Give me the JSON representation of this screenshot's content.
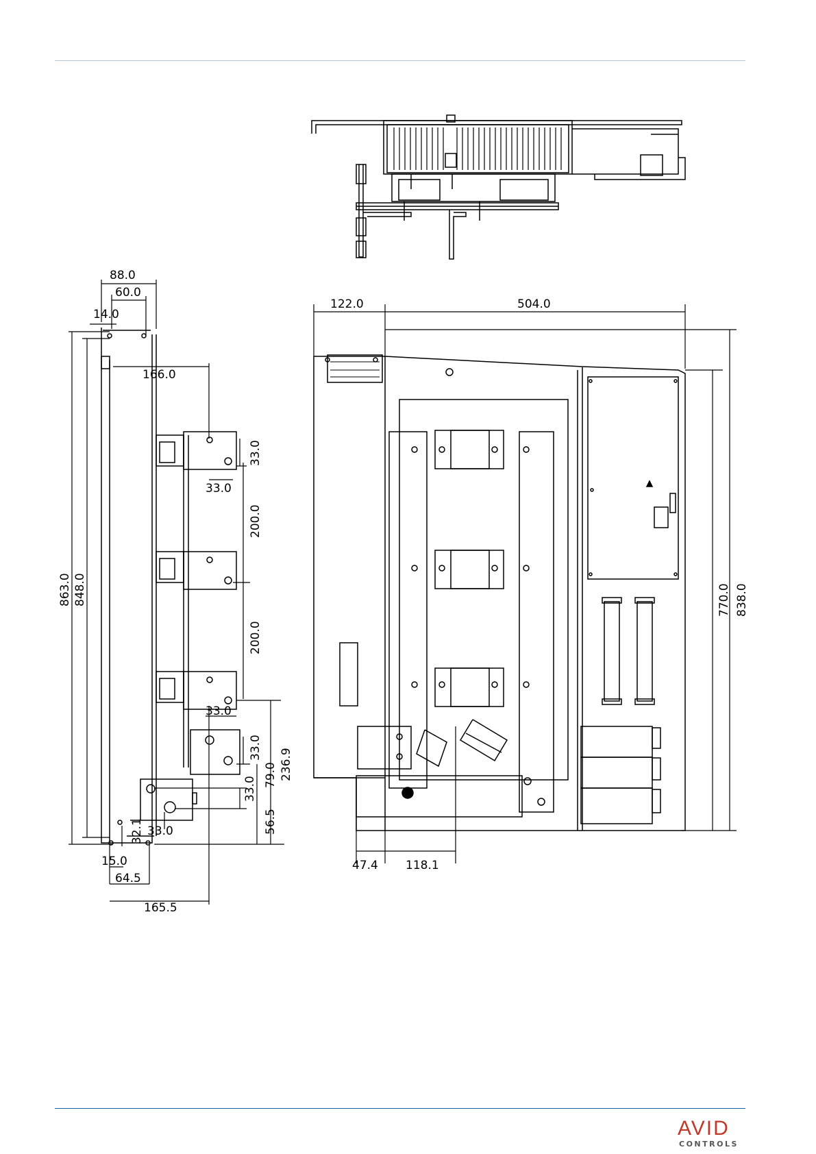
{
  "side_view": {
    "dims": {
      "width_88": "88.0",
      "width_60": "60.0",
      "width_14": "14.0",
      "depth_166": "166.0",
      "height_863": "863.0",
      "height_848": "848.0",
      "hole_33_v": "33.0",
      "hole_33_h": "33.0",
      "pitch_200_a": "200.0",
      "pitch_200_b": "200.0",
      "term_33_h": "33.0",
      "term_33_v": "33.0",
      "term_79": "79.0",
      "term_236": "236.9",
      "term2_33_v": "33.0",
      "term_56": "56.5",
      "bottom_32": "32.1",
      "bottom_33": "33.0",
      "bottom_15": "15.0",
      "bottom_64": "64.5",
      "bottom_165": "165.5"
    }
  },
  "front_view": {
    "dims": {
      "width_122": "122.0",
      "width_504": "504.0",
      "height_770": "770.0",
      "height_838": "838.0",
      "bottom_47": "47.4",
      "bottom_118": "118.1"
    }
  },
  "footer": {
    "logo_main": "AVID",
    "logo_sub": "CONTROLS",
    "brand_color": "#c0392b"
  }
}
